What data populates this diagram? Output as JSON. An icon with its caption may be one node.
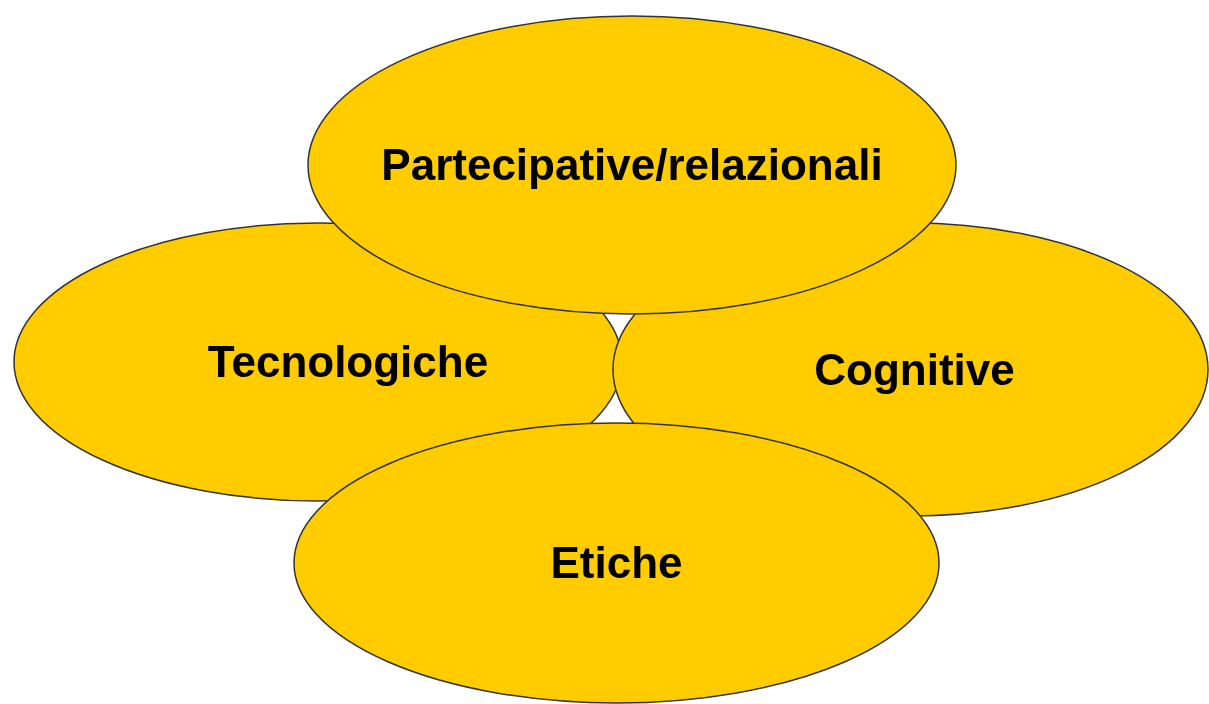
{
  "diagram": {
    "nodes": [
      {
        "text": [
          "Partecipative/relazionali"
        ]
      },
      {
        "text": [
          "Tecnologiche"
        ]
      },
      {
        "text": [
          "Cognitive"
        ]
      },
      {
        "text": [
          "Etiche"
        ]
      }
    ]
  }
}
